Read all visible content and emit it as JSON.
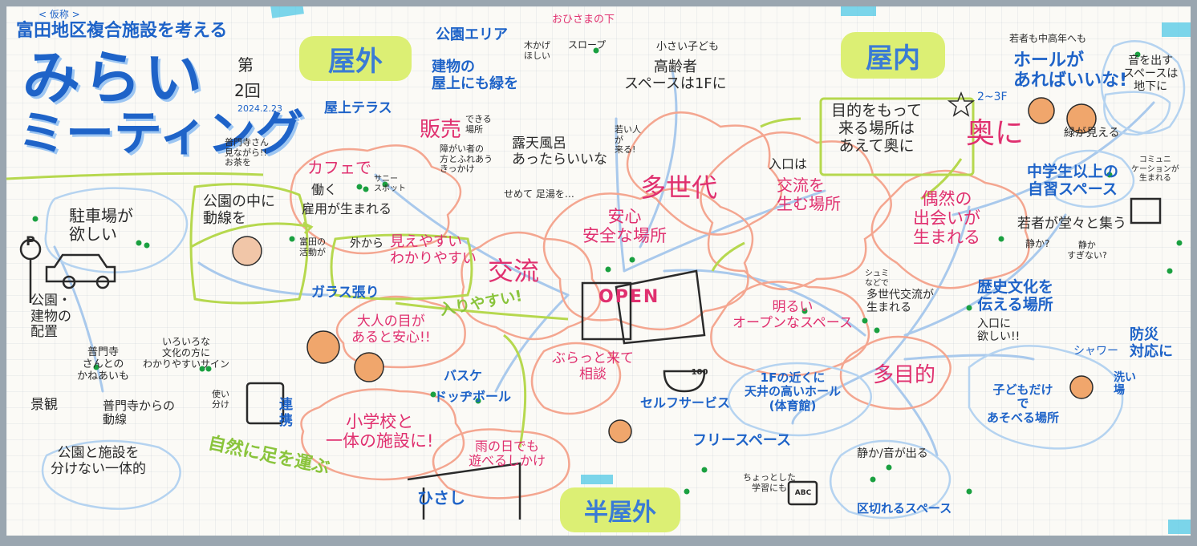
{
  "header": {
    "kicker": "< 仮称 >",
    "subtitle": "富田地区複合施設を考える",
    "title_line1": "みらい",
    "title_line2": "ミーティング",
    "round_prefix": "第",
    "round_number": "2回",
    "date": "2024.2.23"
  },
  "zones": {
    "outdoor": "屋外",
    "indoor": "屋内",
    "semi_outdoor": "半屋外"
  },
  "notes": {
    "park_area": "公園エリア",
    "under_sun": "おひさまの下",
    "shade": "木かげ\nほしい",
    "slope": "スロープ",
    "roof_green": "建物の\n屋上にも緑を",
    "small_kids": "小さい子ども",
    "elderly_1f": "高齢者\nスペースは1Fに",
    "rooftop_terrace": "屋上テラス",
    "fumonji_tea": "普門寺さん\n見ながら!!\nお茶を",
    "sales_place": "販売",
    "sales_place_note": "できる\n場所",
    "disability_note": "障がい者の\n方とふれあう\nきっかけ",
    "open_bath": "露天風呂\nあったらいいな",
    "young_people_come": "若い人\nが\n来る!",
    "cafe": "カフェで",
    "work": "働く",
    "service_spot": "サニー\nスポット",
    "employment": "雇用が生まれる",
    "foot_bath": "せめて 足湯を…",
    "multi_generation": "多世代",
    "park_flow": "公園の中に\n動線を",
    "parking": "駐車場が\n欲しい",
    "parking_icon": "P",
    "tomita_activity": "富田の\n活動が",
    "visible_from_outside": "外から",
    "easy_to_see": "見えやすい\nわかりやすい",
    "safe_place": "安心\n安全な場所",
    "exchange": "交流",
    "entrance_title": "入口は",
    "entrance_body": "交流を\n生む場所",
    "purpose_place": "目的をもって\n来る場所は\nあえて奥に",
    "floors": "2~3F",
    "back": "奥に",
    "encounter": "偶然の\n出会いが\n生まれる",
    "young_to_hs": "若者も中高年へも",
    "hall": "ホールが\nあればいいな!",
    "noise_space": "音を出す\nスペースは\n地下に",
    "green_visible": "緑が見える",
    "communication": "コミュニ\nケーションが\n生まれる",
    "study_space": "中学生以上の\n自習スペース",
    "youth_gather": "若者が堂々と集う",
    "quiet_q": "静か?",
    "too_quiet_q": "静か\nすぎない?",
    "building_layout": "公園・\n建物の\n配置",
    "glass": "ガラス張り",
    "easy_entry": "入りやすい!",
    "hobbies": "シュミ\nなどで",
    "multi_gen_exchange": "多世代交流が\n生まれる",
    "history_culture": "歴史文化を\n伝える場所",
    "entrance_want": "入口に\n欲しい!!",
    "disaster": "防災\n対応に",
    "shower": "シャワー",
    "wash_place": "洗い\n場",
    "kids_only": "子どもだけ\nで\nあそべる場所",
    "fumonji_relation": "普門寺\nさんとの\nかねあいも",
    "various_cultures": "いろいろな\n文化の方に\nわかりやすいサイン",
    "adult_eyes": "大人の目が\nあると安心!!",
    "open_sign": "OPEN",
    "bright_open": "明るい\nオープンなスペース",
    "scenery": "景観",
    "fumonji_route": "普門寺からの\n動線",
    "basketball": "バスケ",
    "dodgeball": "ドッヂボール",
    "casual_consult": "ぶらっと来て\n相談",
    "self_service": "セルフサービス",
    "high_ceiling_hall": "1Fの近くに\n天井の高いホール\n(体育館)",
    "multi_purpose": "多目的",
    "easy_to_divide": "使い\n分け",
    "cooperation": "連\n携",
    "school_integrated": "小学校と\n一体の施設に!",
    "park_facility": "公園と施設を\n分けない一体的",
    "natural_visit": "自然に足を運ぶ",
    "rainy_day": "雨の日でも\n遊べるしかけ",
    "eaves": "ひさし",
    "free_space": "フリースペース",
    "quiet_loud": "静か/音が出る",
    "little_study": "ちょっとした\n学習にも",
    "abc": "ABC",
    "divided_space": "区切れるスペース",
    "hundred": "100"
  }
}
